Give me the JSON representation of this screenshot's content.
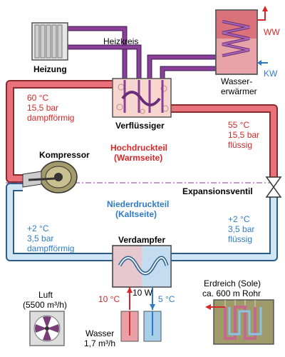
{
  "labels": {
    "heizkreis": "Heizkreis",
    "heizung": "Heizung",
    "ww": "WW",
    "kw": "KW",
    "wassererwaermer_line1": "Wasser-",
    "wassererwaermer_line2": "erwärmer",
    "hot_left_line1": "60 °C",
    "hot_left_line2": "15,5 bar",
    "hot_left_line3": "dampfförmig",
    "verfluessiger": "Verflüssiger",
    "hot_right_line1": "55 °C",
    "hot_right_line2": "15,5 bar",
    "hot_right_line3": "flüssig",
    "kompressor": "Kompressor",
    "hochdruck_line1": "Hochdruckteil",
    "hochdruck_line2": "(Warmseite)",
    "expansionsventil": "Expansionsventil",
    "niederdruck_line1": "Niederdruckteil",
    "niederdruck_line2": "(Kaltseite)",
    "cold_left_line1": "+2 °C",
    "cold_left_line2": "3,5 bar",
    "cold_left_line3": "dampfförmig",
    "cold_right_line1": "+2 °C",
    "cold_right_line2": "3,5 bar",
    "cold_right_line3": "flüssig",
    "verdampfer": "Verdampfer",
    "erdreich_line1": "Erdreich (Sole)",
    "erdreich_line2": "ca. 600 m Rohr",
    "luft_line1": "Luft",
    "luft_line2": "(5500 m³/h)",
    "in_temp": "10 °C",
    "out_temp": "5 °C",
    "in_power": "10 W",
    "wasser_line1": "Wasser",
    "wasser_line2": "1,7 m³/h"
  },
  "colors": {
    "hot_text": "#d62828",
    "cold_text": "#2e7cc9",
    "hot_pipe": "#e8717c",
    "cold_pipe": "#cfe6f7",
    "heating_pipe": "#8a3f98"
  }
}
